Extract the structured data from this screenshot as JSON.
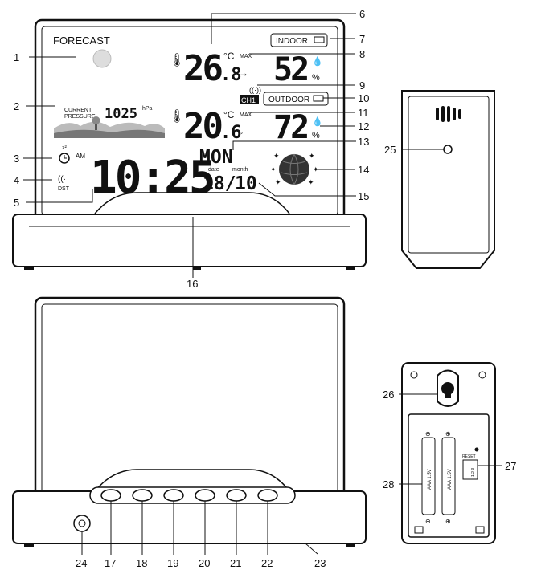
{
  "display": {
    "forecast": "FORECAST",
    "indoor": "INDOOR",
    "outdoor": "OUTDOOR",
    "indoor_temp": "26",
    "indoor_temp_dec": ".8",
    "indoor_unit": "°C",
    "indoor_max": "MAX",
    "indoor_hum": "52",
    "outdoor_temp": "20",
    "outdoor_temp_dec": ".6",
    "outdoor_unit": "°C",
    "outdoor_max": "MAX",
    "outdoor_hum": "72",
    "percent": "%",
    "channel": "CH1",
    "pressure_label_1": "CURRENT",
    "pressure_label_2": "PRESSURE",
    "pressure_value": "1025",
    "pressure_unit": "hPa",
    "alarm_am": "AM",
    "dst": "DST",
    "time": "10:25",
    "weekday": "MON",
    "date_label": "date",
    "month_label": "month",
    "date_value": "18/",
    "month_value": "10",
    "battery_labels": [
      "AAA 1.5V",
      "AAA 1.5V"
    ],
    "reset": "RESET",
    "switch": "1 2 3"
  },
  "callouts": [
    "1",
    "2",
    "3",
    "4",
    "5",
    "6",
    "7",
    "8",
    "9",
    "10",
    "11",
    "12",
    "13",
    "14",
    "15",
    "16",
    "17",
    "18",
    "19",
    "20",
    "21",
    "22",
    "23",
    "24",
    "25",
    "26",
    "27",
    "28"
  ]
}
